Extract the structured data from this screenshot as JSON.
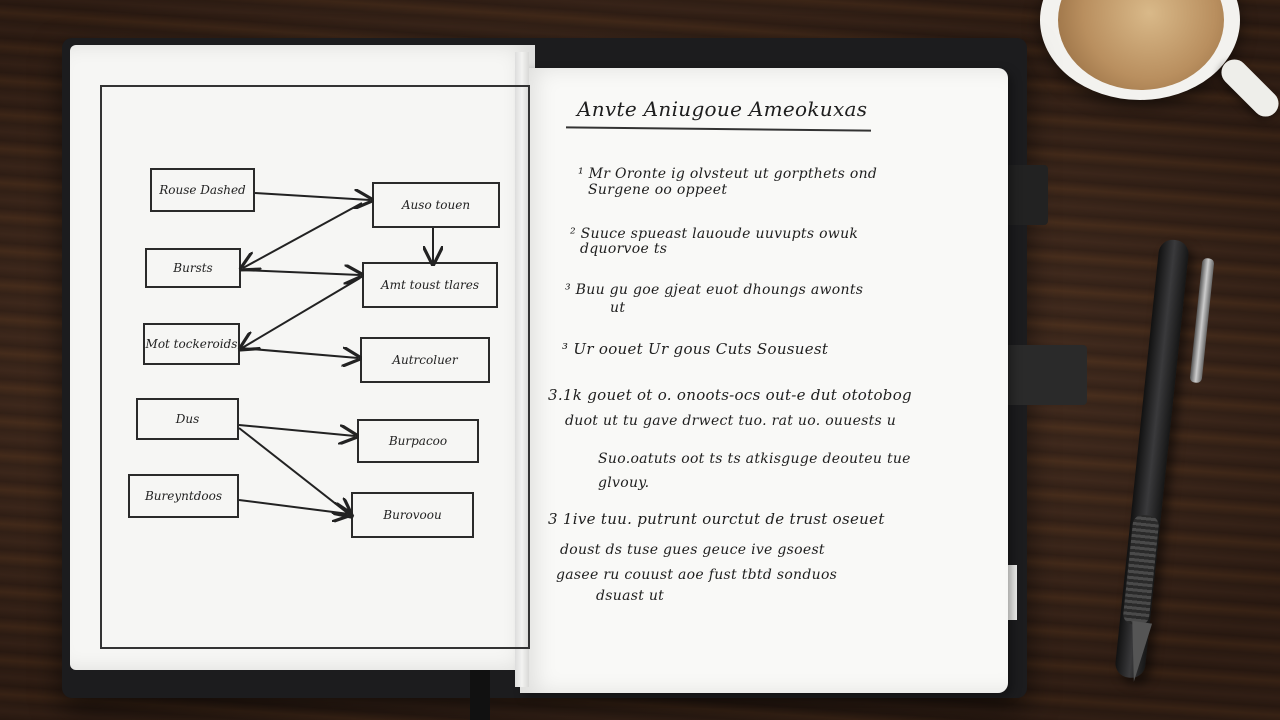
{
  "notebook": {
    "left_page": {
      "diagram_boxes": [
        {
          "id": "b1",
          "label": "Rouse Dashed"
        },
        {
          "id": "b2",
          "label": "Bursts"
        },
        {
          "id": "b3",
          "label": "Mot tockeroids"
        },
        {
          "id": "b4",
          "label": "Dus"
        },
        {
          "id": "b5",
          "label": "Bureyntdoos"
        },
        {
          "id": "b6",
          "label": "Auso touen"
        },
        {
          "id": "b7",
          "label": "Amt toust tlares"
        },
        {
          "id": "b8",
          "label": "Autrcoluer"
        },
        {
          "id": "b9",
          "label": "Burpacoo"
        },
        {
          "id": "b10",
          "label": "Burovoou"
        }
      ]
    },
    "right_page": {
      "title": "Anvte Aniugoue Ameokuxas",
      "lines": [
        "¹ Mr Oronte ig olvsteut ut gorpthets ond",
        "Surgene oo oppeet",
        "² Suuce spueast lauoude uuvupts owuk",
        "dquorvoe ts",
        "³ Buu gu goe gjeat euot dhoungs awonts",
        "ut",
        "³ Ur oouet     Ur gous     Cuts Sousuest",
        "3.1k gouet ot o. onoots-ocs out-e dut ototobog",
        "duot ut tu gave drwect tuo. rat uo. ouuests u",
        "Suo.oatuts oot ts ts atkisguge deouteu tue",
        "glvouy.",
        "3 1ive tuu. putrunt ourctut de trust oseuet",
        "doust ds tuse gues geuce ive gsoest",
        "gasee ru couust aoe fust tbtd sonduos",
        "dsuast ut"
      ]
    }
  },
  "colors": {
    "ink": "#1e1e1e",
    "paper": "#f9f9f7",
    "cover": "#1c1c1e",
    "desk": "#4a2e1f",
    "coffee": "#b98f5f"
  },
  "objects": [
    "notebook-icon",
    "coffee-mug-icon",
    "pen-icon"
  ]
}
